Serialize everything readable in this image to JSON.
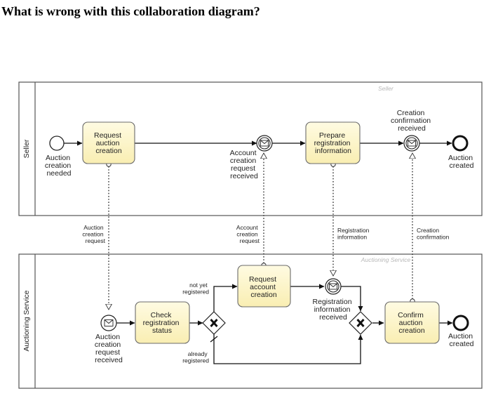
{
  "question": "What is wrong with this collaboration diagram?",
  "pools": {
    "seller": {
      "label": "Seller",
      "watermark": "Seller"
    },
    "auctioning_service": {
      "label": "Auctioning Service",
      "watermark": "Auctioning Service"
    }
  },
  "seller": {
    "start_event": [
      "Auction",
      "creation",
      "needed"
    ],
    "task_request_auction": [
      "Request",
      "auction",
      "creation"
    ],
    "event_account_request_received": [
      "Account",
      "creation",
      "request",
      "received"
    ],
    "task_prepare_registration": [
      "Prepare",
      "registration",
      "information"
    ],
    "event_creation_confirmation_received": [
      "Creation",
      "confirmation",
      "received"
    ],
    "end_event": [
      "Auction",
      "created"
    ]
  },
  "messages": {
    "auction_creation_request": [
      "Auction",
      "creation",
      "request"
    ],
    "account_creation_request": [
      "Account",
      "creation",
      "request"
    ],
    "registration_information": [
      "Registration",
      "information"
    ],
    "creation_confirmation": [
      "Creation",
      "confirmation"
    ]
  },
  "auctioning_service": {
    "start_event": [
      "Auction",
      "creation",
      "request",
      "received"
    ],
    "task_check_registration": [
      "Check",
      "registration",
      "status"
    ],
    "flow_not_yet_registered": [
      "not yet",
      "registered"
    ],
    "flow_already_registered": [
      "already",
      "registered"
    ],
    "task_request_account": [
      "Request",
      "account",
      "creation"
    ],
    "event_registration_received": [
      "Registration",
      "information",
      "received"
    ],
    "task_confirm_auction": [
      "Confirm",
      "auction",
      "creation"
    ],
    "end_event": [
      "Auction",
      "created"
    ]
  },
  "colors": {
    "task_fill": "#fdf6c9",
    "task_stroke": "#6b6b6b",
    "pool_stroke": "#555555"
  }
}
